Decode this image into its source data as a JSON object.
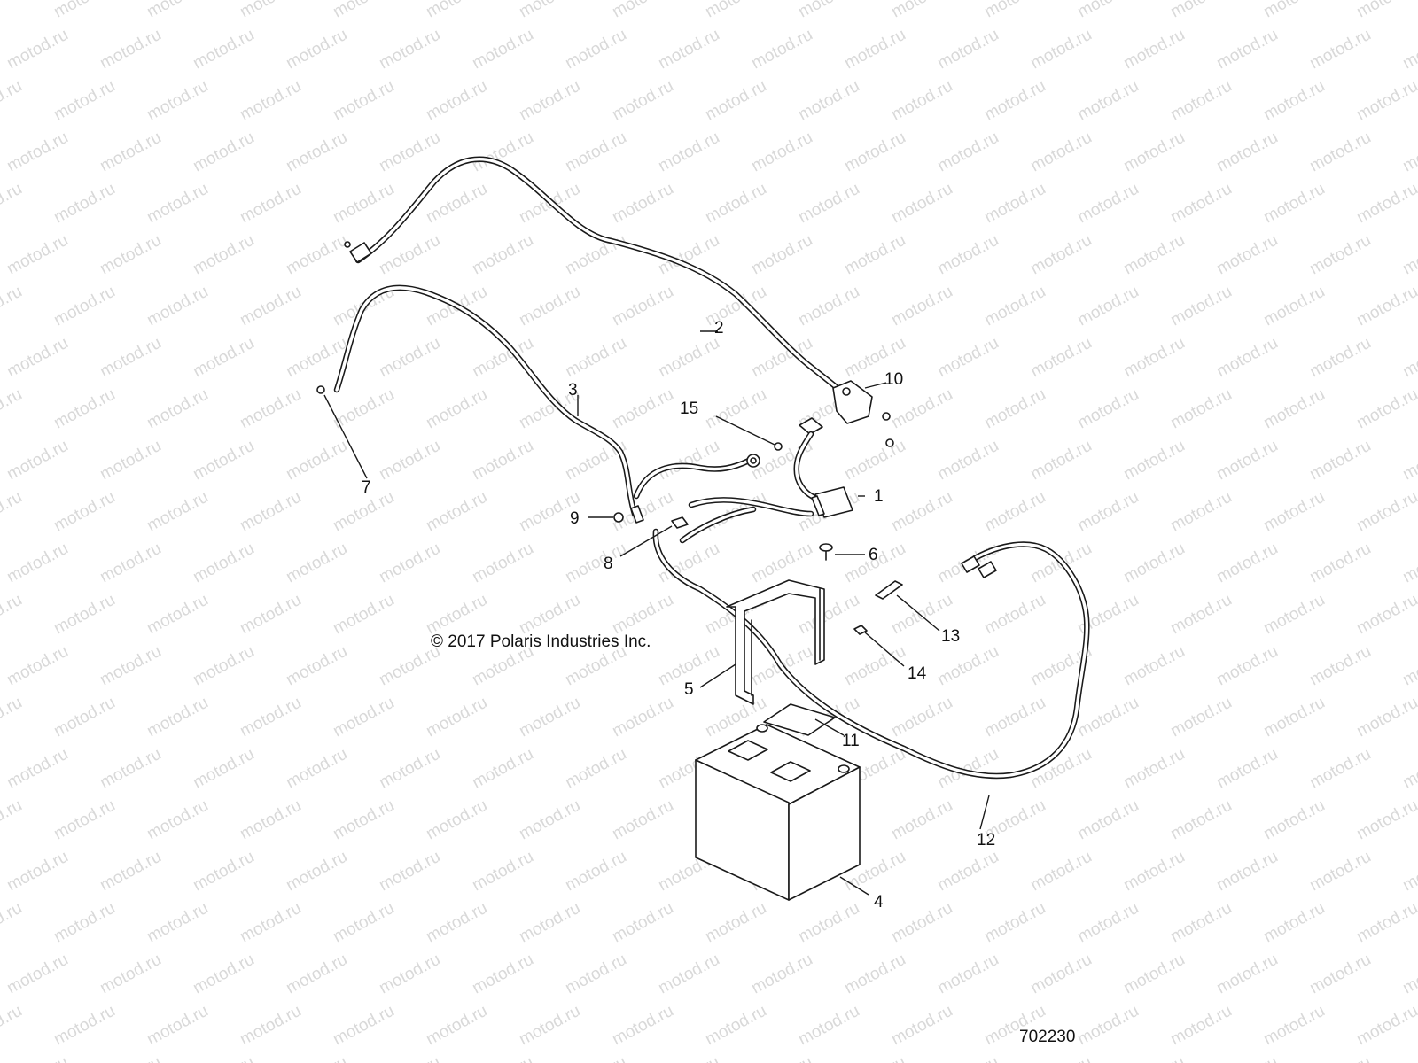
{
  "watermark": {
    "text": "motod.ru"
  },
  "copyright": "© 2017 Polaris Industries Inc.",
  "drawing_number": "702230",
  "callouts": [
    {
      "id": "1",
      "label": "1"
    },
    {
      "id": "2",
      "label": "2"
    },
    {
      "id": "3",
      "label": "3"
    },
    {
      "id": "4",
      "label": "4"
    },
    {
      "id": "5",
      "label": "5"
    },
    {
      "id": "6",
      "label": "6"
    },
    {
      "id": "7",
      "label": "7"
    },
    {
      "id": "8",
      "label": "8"
    },
    {
      "id": "9",
      "label": "9"
    },
    {
      "id": "10",
      "label": "10"
    },
    {
      "id": "11",
      "label": "11"
    },
    {
      "id": "12",
      "label": "12"
    },
    {
      "id": "13",
      "label": "13"
    },
    {
      "id": "14",
      "label": "14"
    },
    {
      "id": "15",
      "label": "15"
    }
  ]
}
